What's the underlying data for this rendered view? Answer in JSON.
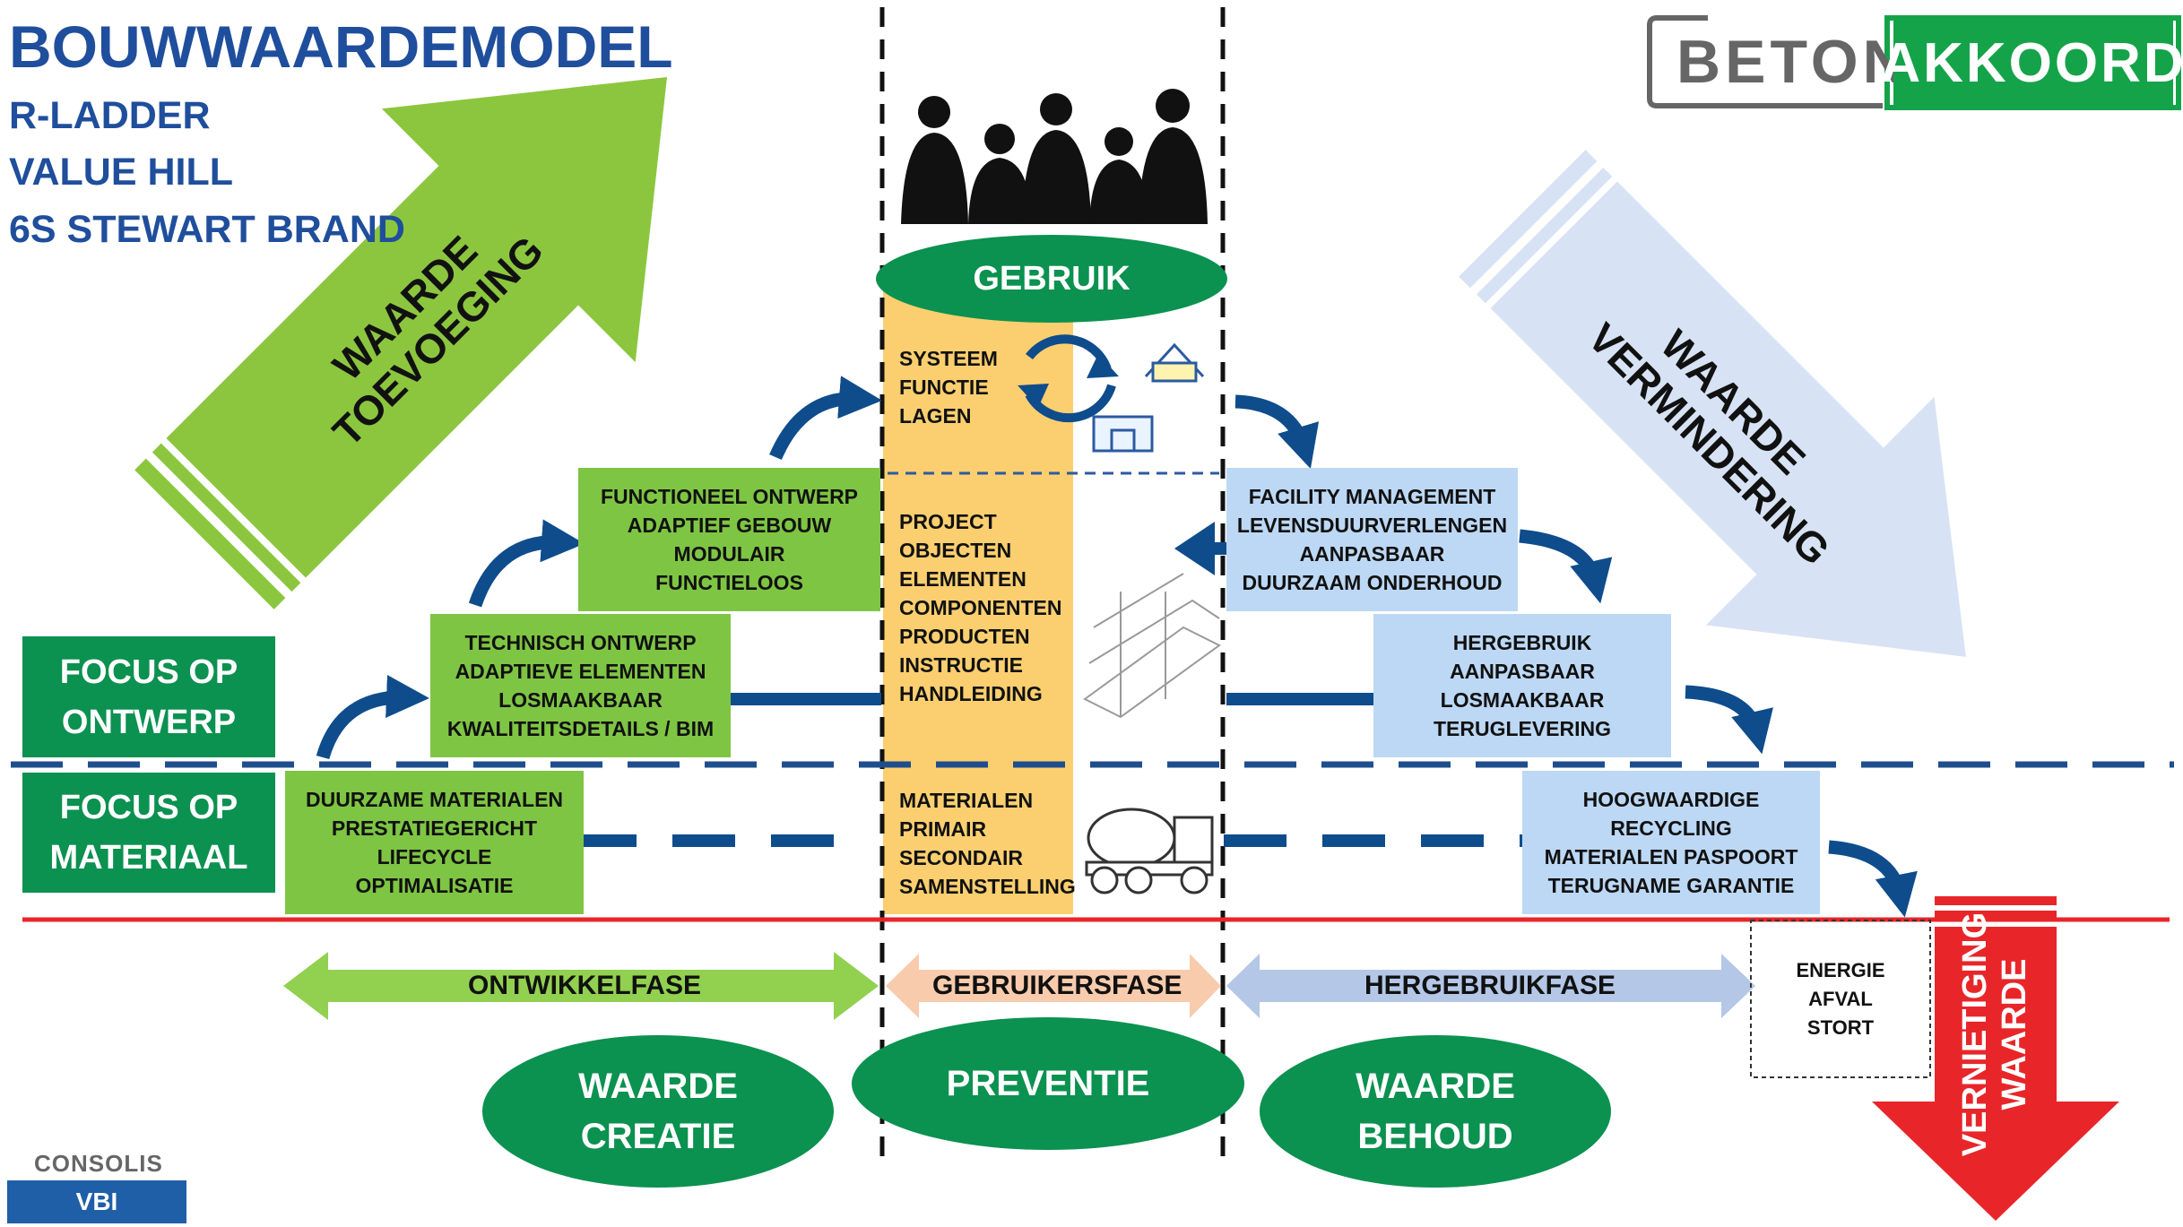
{
  "header": {
    "title": "BOUWWAARDEMODEL",
    "subtitles": [
      "R-LADDER",
      "VALUE HILL",
      "6S STEWART BRAND"
    ]
  },
  "logo_beton": {
    "part1": "BETON",
    "part2": "AKKOORD"
  },
  "logo_consolis": {
    "top": "CONSOLIS",
    "bottom": "VBI"
  },
  "arrows": {
    "waarde_toevoeging": [
      "WAARDE",
      "TOEVOEGING"
    ],
    "waarde_vermindering": [
      "WAARDE",
      "VERMINDERING"
    ],
    "waarde_vernietiging": [
      "WAARDE",
      "VERNIETIGING"
    ]
  },
  "gebruik": "GEBRUIK",
  "center_column": {
    "top": [
      "SYSTEEM",
      "FUNCTIE",
      "LAGEN"
    ],
    "middle": [
      "PROJECT",
      "OBJECTEN",
      "ELEMENTEN",
      "COMPONENTEN",
      "PRODUCTEN",
      "INSTRUCTIE",
      "HANDLEIDING"
    ],
    "bottom": [
      "MATERIALEN",
      "PRIMAIR",
      "SECONDAIR",
      "SAMENSTELLING"
    ]
  },
  "left_boxes": {
    "functioneel": [
      "FUNCTIONEEL ONTWERP",
      "ADAPTIEF GEBOUW",
      "MODULAIR",
      "FUNCTIELOOS"
    ],
    "technisch": [
      "TECHNISCH ONTWERP",
      "ADAPTIEVE ELEMENTEN",
      "LOSMAAKBAAR",
      "KWALITEITSDETAILS / BIM"
    ],
    "duurzaam": [
      "DUURZAME MATERIALEN",
      "PRESTATIEGERICHT",
      "LIFECYCLE",
      "OPTIMALISATIE"
    ]
  },
  "right_boxes": {
    "facility": [
      "FACILITY MANAGEMENT",
      "LEVENSDUURVERLENGEN",
      "AANPASBAAR",
      "DUURZAAM ONDERHOUD"
    ],
    "hergebruik": [
      "HERGEBRUIK",
      "AANPASBAAR",
      "LOSMAAKBAAR",
      "TERUGLEVERING"
    ],
    "hoogwaardig": [
      "HOOGWAARDIGE",
      "RECYCLING",
      "MATERIALEN PASPOORT",
      "TERUGNAME GARANTIE"
    ]
  },
  "focus": {
    "ontwerp": [
      "FOCUS OP",
      "ONTWERP"
    ],
    "materiaal": [
      "FOCUS OP",
      "MATERIAAL"
    ]
  },
  "energie_box": [
    "ENERGIE",
    "AFVAL",
    "STORT"
  ],
  "phases": {
    "ontwikkel": "ONTWIKKELFASE",
    "gebruikers": "GEBRUIKERSFASE",
    "hergebruik": "HERGEBRUIKFASE"
  },
  "ellipses": {
    "creatie": [
      "WAARDE",
      "CREATIE"
    ],
    "preventie": "PREVENTIE",
    "behoud": [
      "WAARDE",
      "BEHOUD"
    ]
  },
  "colors": {
    "title_blue": "#1f4e9c",
    "light_green": "#7ec544",
    "dark_green": "#0b9150",
    "light_blue": "#bcd8f5",
    "orange": "#fbcf6f",
    "arrow_blue": "#0f4c8c",
    "red": "#e8262a"
  }
}
